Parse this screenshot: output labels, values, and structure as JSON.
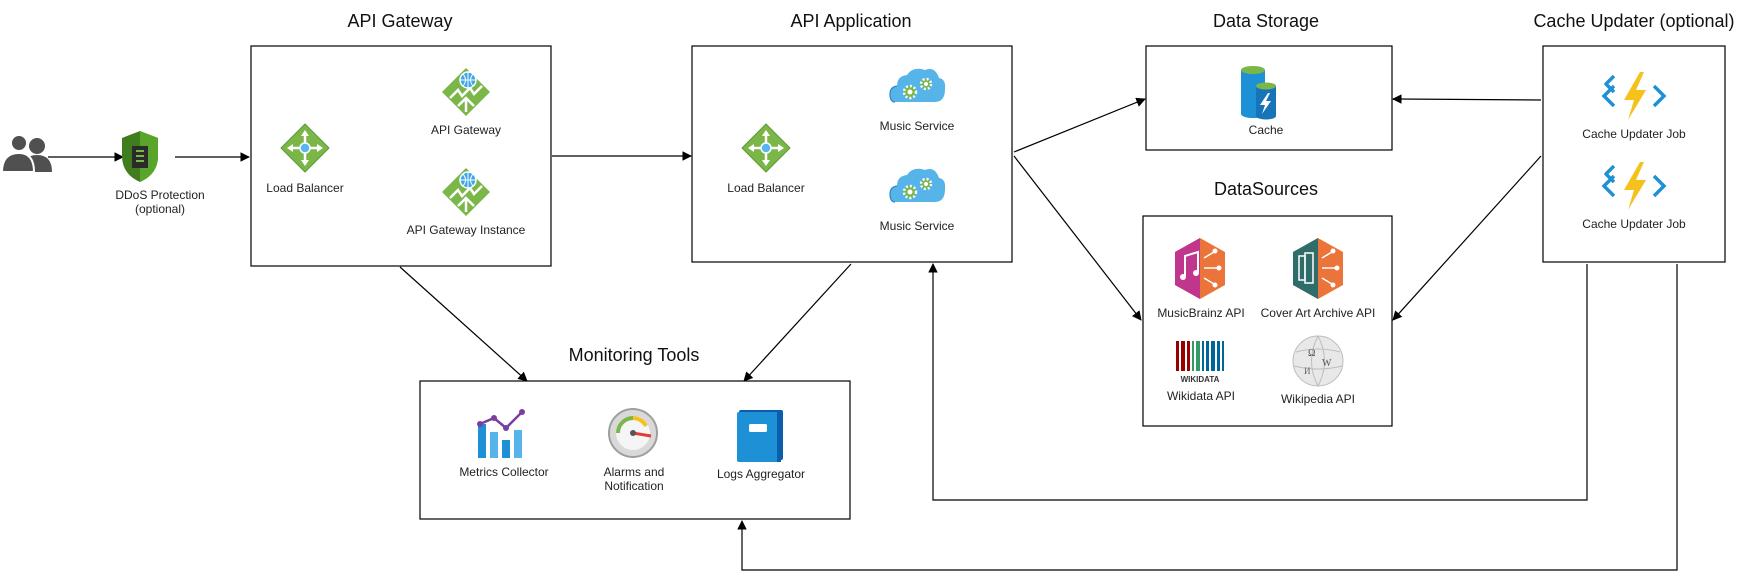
{
  "groups": {
    "api_gateway": "API Gateway",
    "api_application": "API Application",
    "data_storage": "Data Storage",
    "cache_updater": "Cache Updater (optional)",
    "datasources": "DataSources",
    "monitoring": "Monitoring Tools"
  },
  "nodes": {
    "ddos_line1": "DDoS Protection",
    "ddos_line2": "(optional)",
    "gw_load_balancer": "Load Balancer",
    "gw_api_gateway": "API Gateway",
    "gw_api_gateway_instance": "API Gateway Instance",
    "app_load_balancer": "Load Balancer",
    "music_service_1": "Music Service",
    "music_service_2": "Music Service",
    "cache": "Cache",
    "cache_updater_job_1": "Cache Updater Job",
    "cache_updater_job_2": "Cache Updater Job",
    "musicbrainz_api": "MusicBrainz API",
    "cover_art_api": "Cover Art Archive API",
    "wikidata_api": "Wikidata API",
    "wikidata_logo_text": "WIKIDATA",
    "wikipedia_api": "Wikipedia API",
    "metrics_collector": "Metrics Collector",
    "alarms_line1": "Alarms and",
    "alarms_line2": "Notification",
    "logs_aggregator": "Logs Aggregator"
  },
  "icons": {
    "users": "users-icon",
    "ddos": "shield-icon",
    "load_balancer": "load-balancer-icon",
    "api_gateway": "api-gateway-icon",
    "music_service": "cloud-gears-icon",
    "cache": "cache-database-icon",
    "function": "azure-function-icon",
    "musicbrainz": "musicbrainz-icon",
    "cover_art": "cover-art-archive-icon",
    "wikidata": "wikidata-icon",
    "wikipedia": "wikipedia-globe-icon",
    "metrics": "metrics-chart-icon",
    "alarms": "gauge-icon",
    "logs": "book-icon"
  },
  "colors": {
    "green": "#7ab648",
    "dark_green": "#3f7d1f",
    "azure_blue": "#1e90d6",
    "light_blue": "#56b4e8",
    "yellow": "#f4c21b",
    "user_gray": "#505050",
    "musicbrainz_pink": "#c0368d",
    "musicbrainz_orange": "#eb743b",
    "coverart_teal": "#2f6d6a",
    "wikidata_red": "#990000",
    "wikidata_green": "#339966",
    "wikidata_blue": "#006699"
  }
}
